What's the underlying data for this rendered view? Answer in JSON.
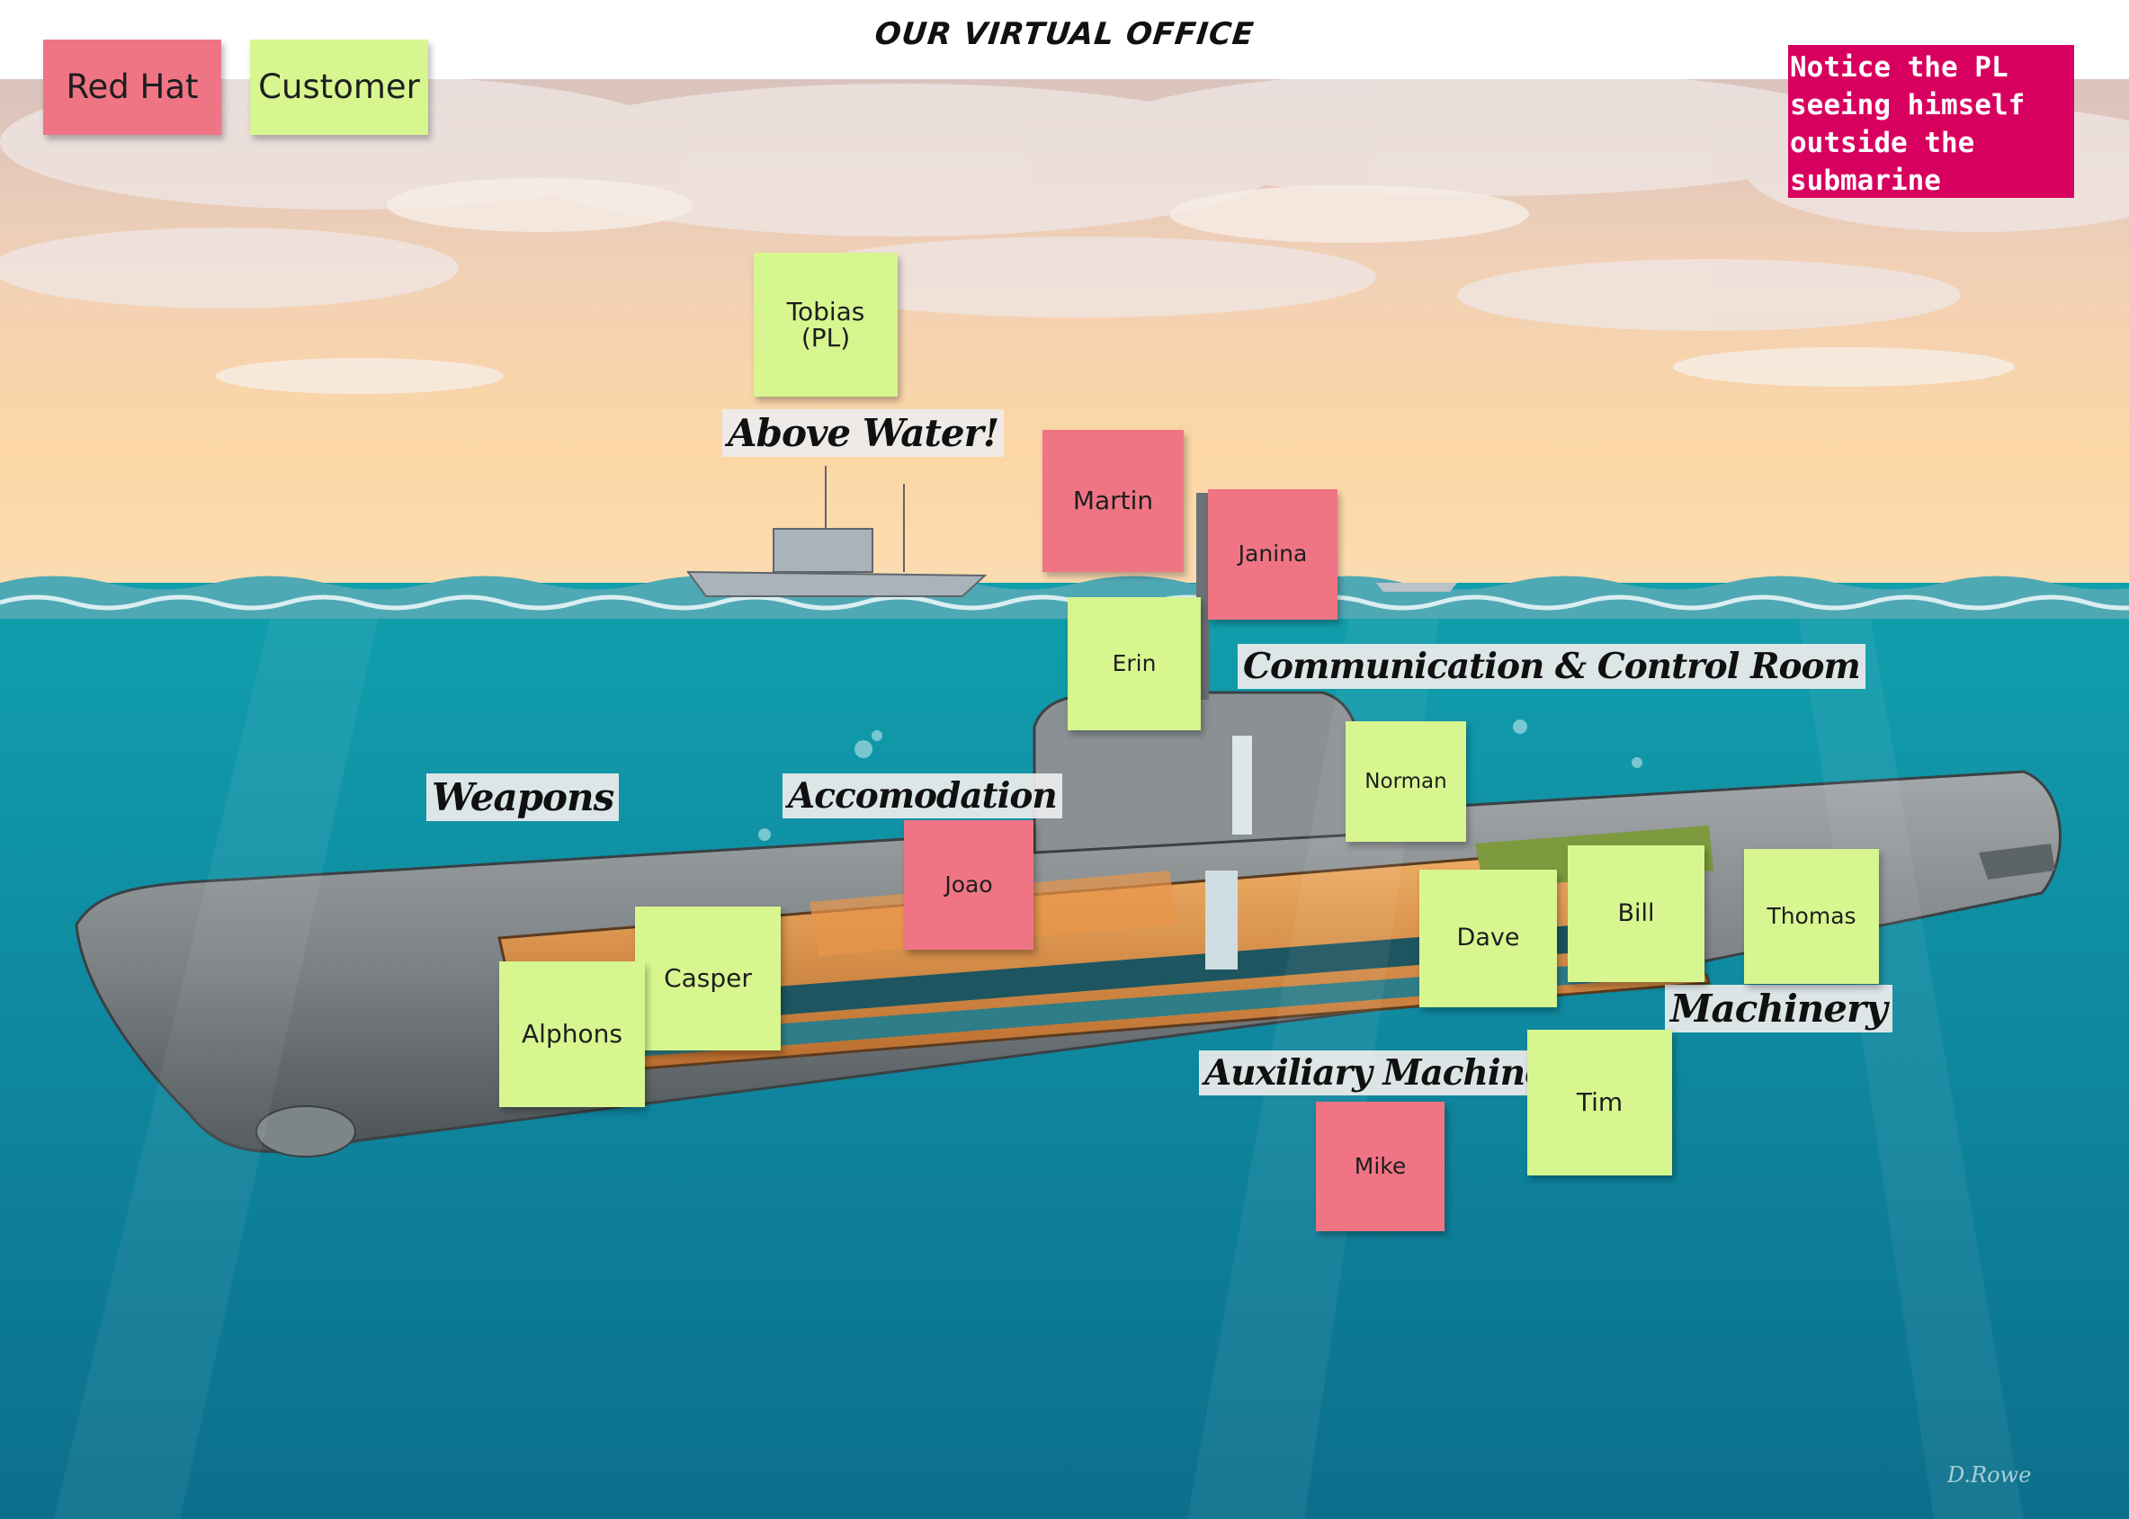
{
  "board": {
    "title": "OUR VIRTUAL OFFICE",
    "legend": [
      {
        "label": "Red Hat",
        "color": "#ef7585"
      },
      {
        "label": "Customer",
        "color": "#d7f690"
      }
    ],
    "note": "Notice the PL seeing himself outside the submarine"
  },
  "zones": {
    "above_water": "Above Water!",
    "comm_control": "Communication & Control Room",
    "weapons": "Weapons",
    "accommodation": "Accomodation",
    "machinery": "Machinery",
    "aux_machinery": "Auxiliary Machinery"
  },
  "people": {
    "tobias": "Tobias (PL)",
    "martin": "Martin",
    "janina": "Janina",
    "erin": "Erin",
    "norman": "Norman",
    "joao": "Joao",
    "casper": "Casper",
    "alphons": "Alphons",
    "dave": "Dave",
    "bill": "Bill",
    "thomas": "Thomas",
    "tim": "Tim",
    "mike": "Mike"
  },
  "colors": {
    "red_hat": "#ef7585",
    "customer": "#d7f690",
    "note": "#d8005f",
    "sea": "#0e7f96",
    "sky": "#fdd8a6"
  },
  "image": {
    "signature": "D.Rowe"
  }
}
